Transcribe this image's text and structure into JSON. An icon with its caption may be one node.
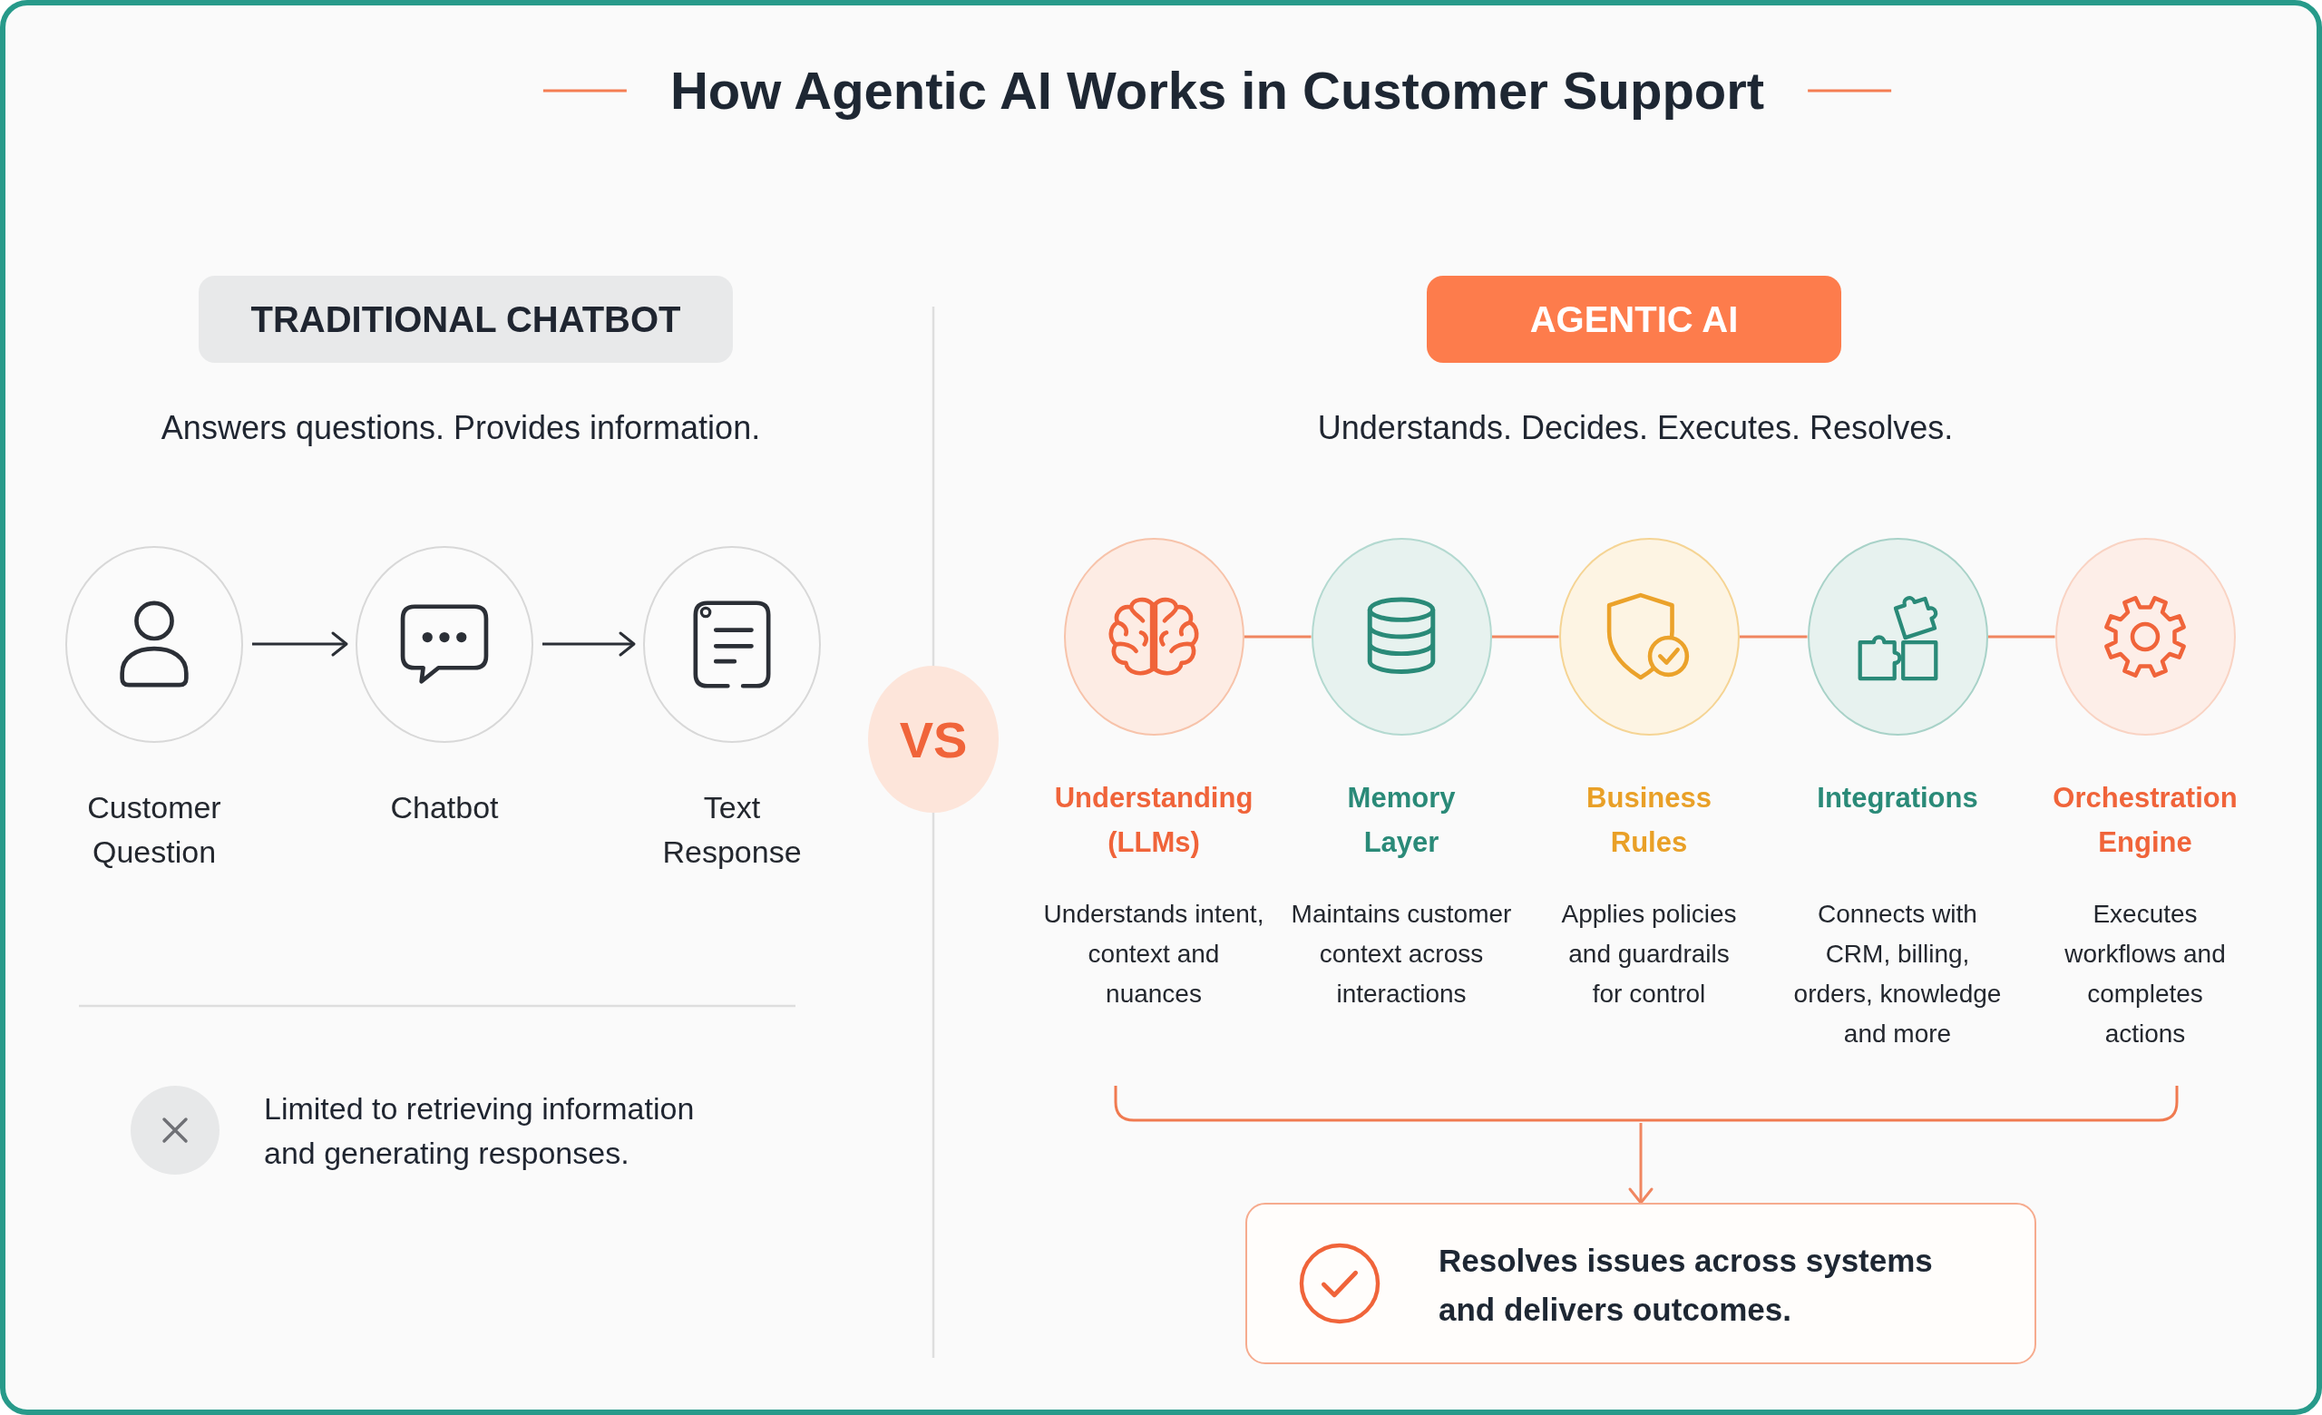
{
  "diagram": {
    "title": "How Agentic AI Works in Customer Support",
    "nodes": [
      {
        "text": [
          "TRADITIONAL CHATBOT"
        ]
      },
      {
        "text": [
          "AGENTIC AI"
        ]
      },
      {
        "text": [],
        "shape": "circle",
        "beside": [
          "Customer Question"
        ]
      },
      {
        "text": [],
        "shape": "circle",
        "beside": [
          "Chatbot"
        ]
      },
      {
        "text": [],
        "shape": "circle",
        "beside": [
          "Text Response"
        ]
      },
      {
        "text": [
          "VS"
        ]
      },
      {
        "text": [],
        "shape": "circle",
        "beside": [
          "Understanding (LLMs)"
        ]
      },
      {
        "text": [],
        "shape": "circle",
        "beside": [
          "Memory Layer"
        ]
      },
      {
        "text": [],
        "shape": "circle",
        "beside": [
          "Business Rules"
        ]
      },
      {
        "text": [],
        "shape": "circle",
        "beside": [
          "Integrations"
        ]
      },
      {
        "text": [],
        "shape": "circle",
        "beside": [
          "Orchestration Engine"
        ]
      },
      {
        "text": [],
        "shape": "bracket"
      },
      {
        "text": [
          "Resolves issues across systems and delivers outcomes."
        ]
      }
    ],
    "edges": [
      {
        "from": 2,
        "to": 3,
        "arrow": "to",
        "color": "#2b2f36"
      },
      {
        "from": 3,
        "to": 4,
        "arrow": "to",
        "color": "#2b2f36"
      },
      {
        "from": 6,
        "to": 7,
        "arrow": "none"
      },
      {
        "from": 7,
        "to": 8,
        "arrow": "none"
      },
      {
        "from": 8,
        "to": 9,
        "arrow": "none"
      },
      {
        "from": 9,
        "to": 10,
        "arrow": "none"
      },
      {
        "from": 11,
        "to": 12,
        "arrow": "to"
      }
    ],
    "labels": [
      "Answers questions. Provides information.",
      "Understands. Decides. Executes. Resolves.",
      "Understands intent, context and nuances",
      "Maintains customer context across interactions",
      "Applies policies and guardrails for control",
      "Connects with CRM, billing, orders, knowledge and more",
      "Executes workflows and completes actions",
      "Limited to retrieving information and generating responses."
    ]
  }
}
